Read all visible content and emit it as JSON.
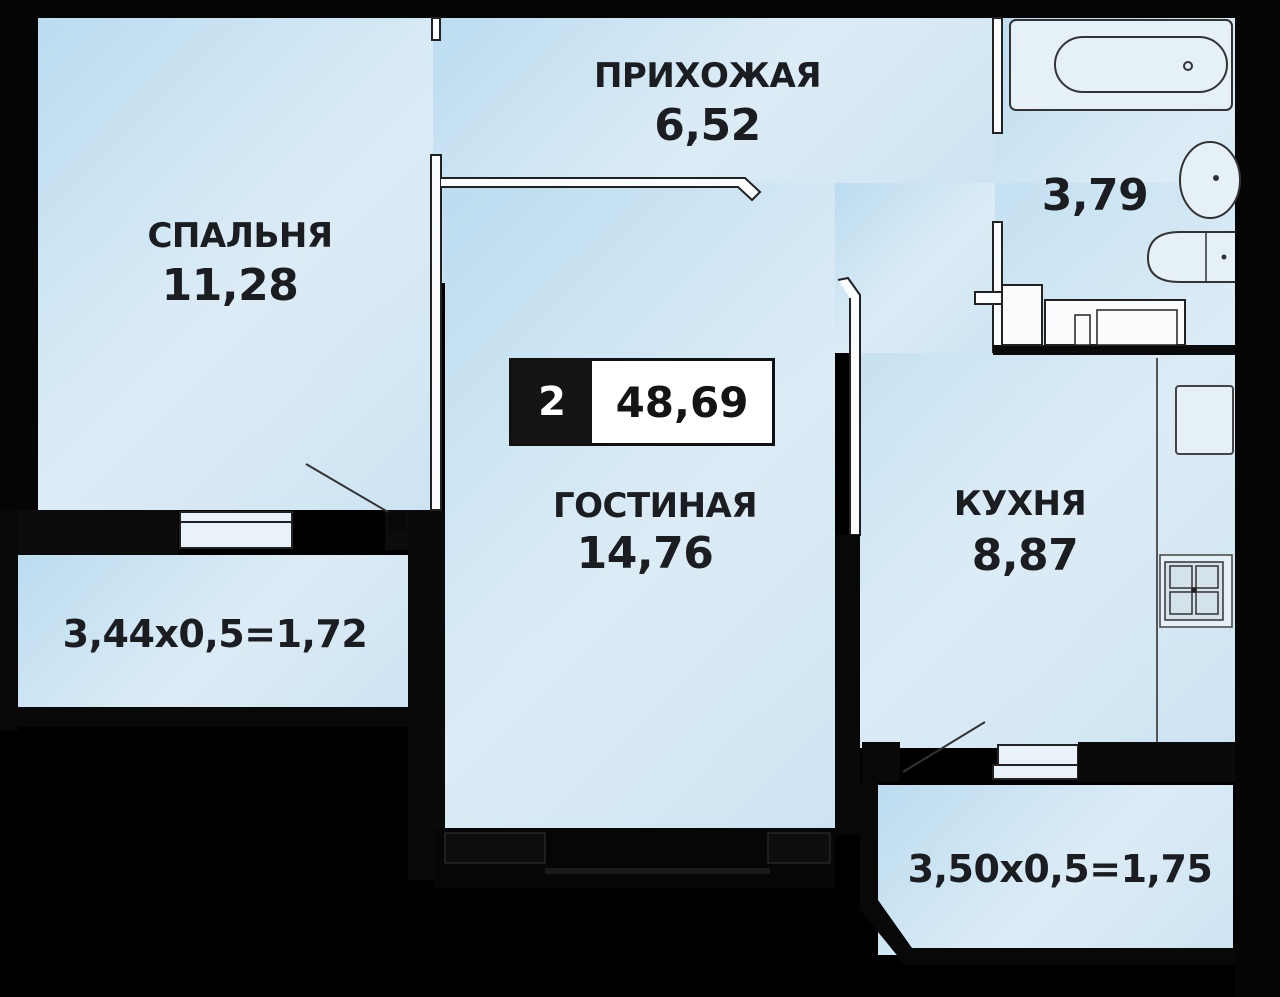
{
  "plan": {
    "rooms_count": "2",
    "total_area": "48,69"
  },
  "rooms": [
    {
      "id": "hallway",
      "name": "ПРИХОЖАЯ",
      "area": "6,52"
    },
    {
      "id": "bathroom",
      "name": "",
      "area": "3,79"
    },
    {
      "id": "bedroom",
      "name": "СПАЛЬНЯ",
      "area": "11,28"
    },
    {
      "id": "living",
      "name": "ГОСТИНАЯ",
      "area": "14,76"
    },
    {
      "id": "kitchen",
      "name": "КУХНЯ",
      "area": "8,87"
    },
    {
      "id": "balcony-left",
      "name": "",
      "area": "3,44x0,5=1,72"
    },
    {
      "id": "balcony-right",
      "name": "",
      "area": "3,50x0,5=1,75"
    }
  ],
  "colors": {
    "room_fill": "#cde3f2",
    "wall": "#050505",
    "text": "#1b1d21"
  }
}
